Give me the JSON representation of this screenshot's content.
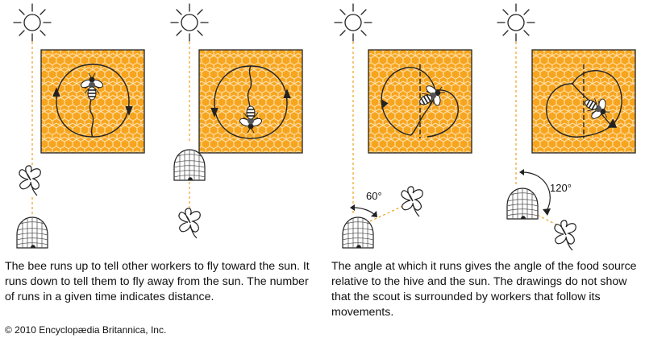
{
  "panels": [
    {
      "id": "toward-sun",
      "angle_label": ""
    },
    {
      "id": "away-from-sun",
      "angle_label": ""
    },
    {
      "id": "angle-60",
      "angle_label": "60°"
    },
    {
      "id": "angle-120",
      "angle_label": "120°"
    }
  ],
  "captions": {
    "left": "The bee runs up to tell other workers to fly toward the sun. It runs down to tell them to fly away from the sun. The number of runs in a given time indicates distance.",
    "right": "The angle at which it runs gives the angle of the food source relative to the hive and the sun. The drawings do not show that the scout is surrounded by workers that follow its movements."
  },
  "copyright": "© 2010 Encyclopædia Britannica, Inc.",
  "colors": {
    "comb": "#f7a51e",
    "comb_cell_border": "#fde2b0",
    "dash": "#f0a020",
    "ink": "#111111"
  },
  "icons": [
    "sun-icon",
    "honeycomb",
    "bee-icon",
    "flower-icon",
    "beehive-icon"
  ]
}
